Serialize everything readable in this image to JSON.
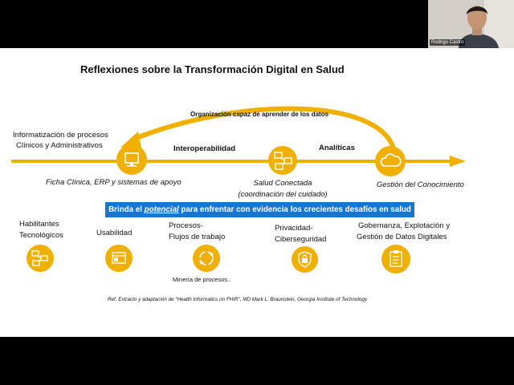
{
  "slide": {
    "title": "Reflexiones sobre la Transformación Digital en Salud",
    "arc_label": "Organización capaz de aprender de los datos",
    "start_label_line1": "Informatización de procesos",
    "start_label_line2": "Clínicos y Administrativos",
    "segment_label_1": "Interoperabilidad",
    "segment_label_2": "Analíticas",
    "node1_caption": "Ficha Clínica, ERP y sistemas de apoyo",
    "node2_caption_line1": "Salud Conectada",
    "node2_caption_line2": "(coordinación del cuidado)",
    "node3_caption": "Gestión del Conocimiento",
    "banner_pre": "Brinda el ",
    "banner_emph": "potencial",
    "banner_post": " para enfrentar con evidencia los crecientes desafíos en salud",
    "enablers": [
      {
        "line1": "Habilitantes",
        "line2": "Tecnológicos"
      },
      {
        "line1": "Usabilidad",
        "line2": ""
      },
      {
        "line1": "Procesos-",
        "line2": "Flujos de trabajo",
        "sub": "Minería de procesos.."
      },
      {
        "line1": "Privacidad-",
        "line2": "Ciberseguridad"
      },
      {
        "line1": "Gobernanza, Explotación y",
        "line2": "Gestión de Datos Digitales"
      }
    ],
    "reference": "Ref. Extracto y adaptación de \"Health Informatics on FHIR\", MD Mark L. Braunstein, Georgia Institute of Technology",
    "accent_color": "#f0b000",
    "banner_color": "#1677d2"
  },
  "video": {
    "participant_name": "Rodrigo Castro"
  }
}
